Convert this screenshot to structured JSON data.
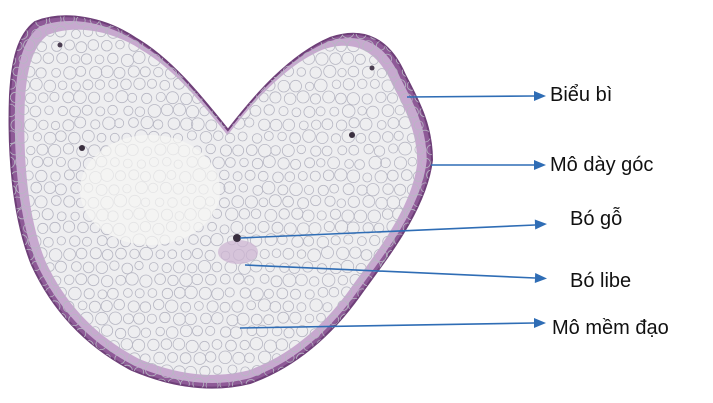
{
  "colors": {
    "arrow": "#2f6db5",
    "epidermis": "#8e5a97",
    "collenchyma": "#c7a9cf",
    "ground_tissue": "#eeeef0",
    "cell_wall": "#b7b7c3",
    "bundle_dark": "#3a2f3f",
    "label_text": "#111111"
  },
  "labels": [
    {
      "id": "epidermis",
      "text": "Biểu bì"
    },
    {
      "id": "collenchyma",
      "text": "Mô dày góc"
    },
    {
      "id": "xylem",
      "text": "Bó gỗ"
    },
    {
      "id": "phloem",
      "text": "Bó libe"
    },
    {
      "id": "pith",
      "text": "Mô mềm đạo"
    }
  ]
}
